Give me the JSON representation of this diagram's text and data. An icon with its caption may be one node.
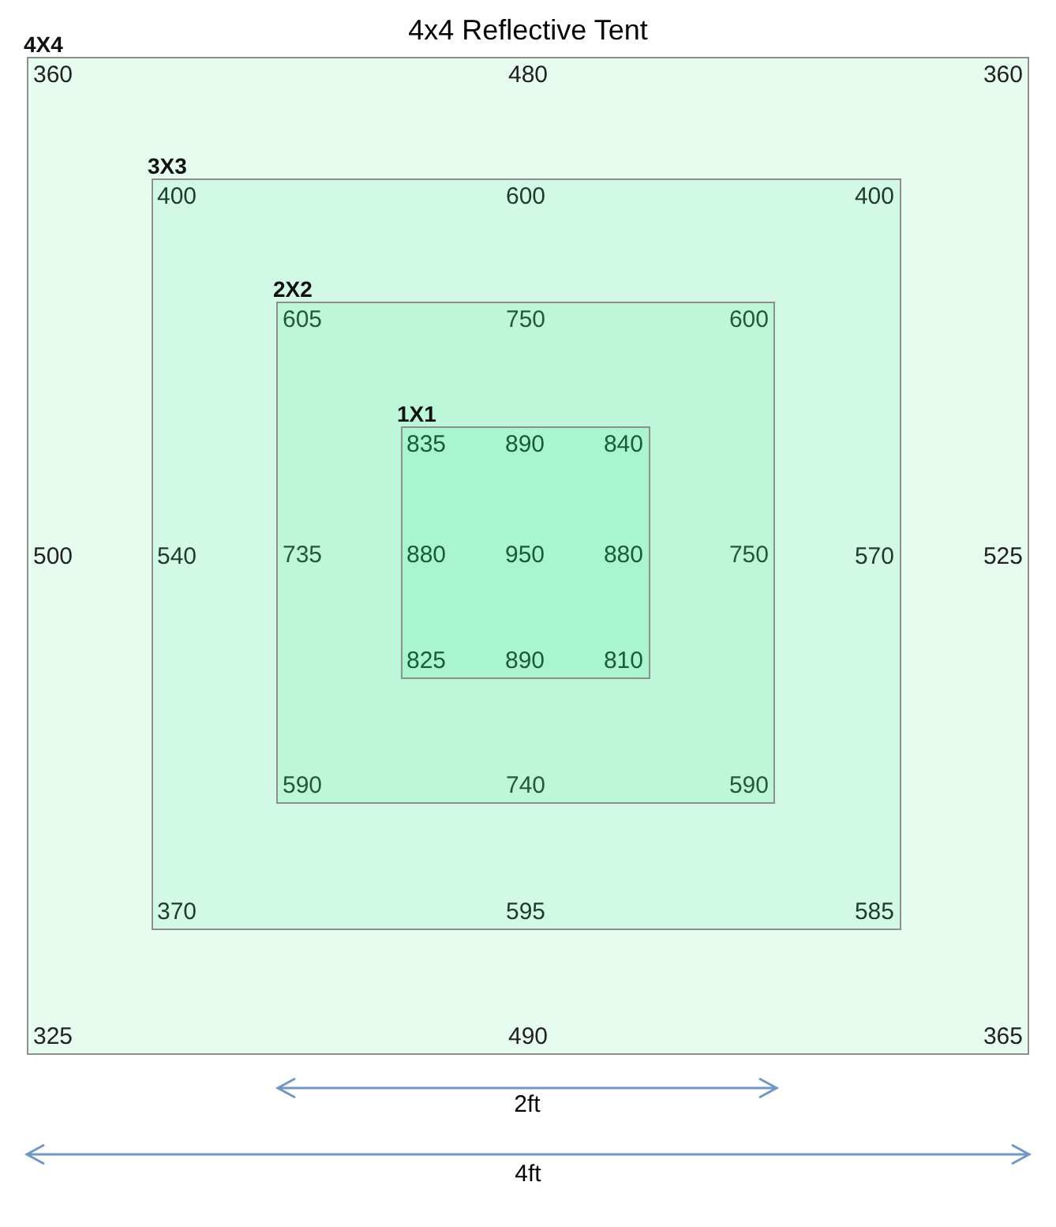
{
  "diagram": {
    "title": "4x4 Reflective Tent",
    "nodes": [
      {
        "text": [
          "4X4",
          "360",
          "480",
          "360",
          "500",
          "525",
          "325",
          "490",
          "365"
        ]
      },
      {
        "text": [
          "3X3",
          "400",
          "600",
          "400",
          "540",
          "570",
          "370",
          "595",
          "585"
        ],
        "in": 0
      },
      {
        "text": [
          "2X2",
          "605",
          "750",
          "600",
          "735",
          "750",
          "590",
          "740",
          "590"
        ],
        "in": 1
      },
      {
        "text": [
          "1X1",
          "835",
          "890",
          "840",
          "880",
          "950",
          "880",
          "825",
          "890",
          "810"
        ],
        "in": 2
      }
    ],
    "labels": [
      "2ft",
      "4ft"
    ]
  }
}
